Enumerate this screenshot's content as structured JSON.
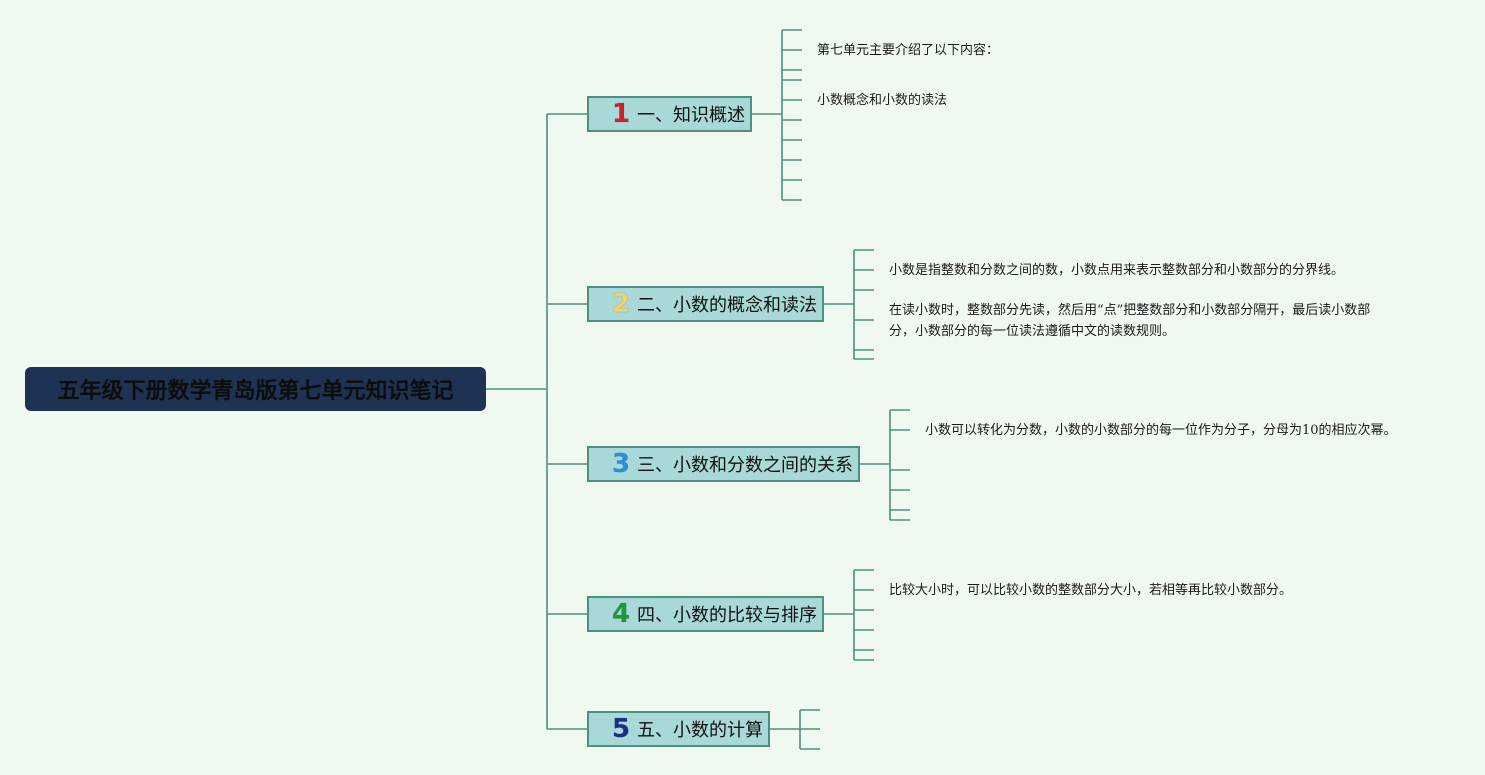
{
  "root": {
    "title": "五年级下册数学青岛版第七单元知识笔记"
  },
  "colors": {
    "background": "#f0f9f0",
    "root_fill": "#1e3354",
    "topic_fill": "#a8d8d8",
    "connector": "#4d8f80"
  },
  "topics": [
    {
      "number": "1",
      "number_color": "#d0202c",
      "label": "一、知识概述",
      "notes": [
        "第七单元主要介绍了以下内容：",
        "小数概念和小数的读法"
      ]
    },
    {
      "number": "2",
      "number_color": "#f2d36b",
      "label": "二、小数的概念和读法",
      "notes": [
        "小数是指整数和分数之间的数，小数点用来表示整数部分和小数部分的分界线。",
        "在读小数时，整数部分先读，然后用“点”把整数部分和小数部分隔开，最后读小数部分，小数部分的每一位读法遵循中文的读数规则。"
      ]
    },
    {
      "number": "3",
      "number_color": "#2a8fdc",
      "label": "三、小数和分数之间的关系",
      "notes": [
        "小数可以转化为分数，小数的小数部分的每一位作为分子，分母为10的相应次幂。"
      ]
    },
    {
      "number": "4",
      "number_color": "#1f9a3a",
      "label": "四、小数的比较与排序",
      "notes": [
        "比较大小时，可以比较小数的整数部分大小，若相等再比较小数部分。"
      ]
    },
    {
      "number": "5",
      "number_color": "#1a2f8a",
      "label": "五、小数的计算",
      "notes": []
    }
  ]
}
